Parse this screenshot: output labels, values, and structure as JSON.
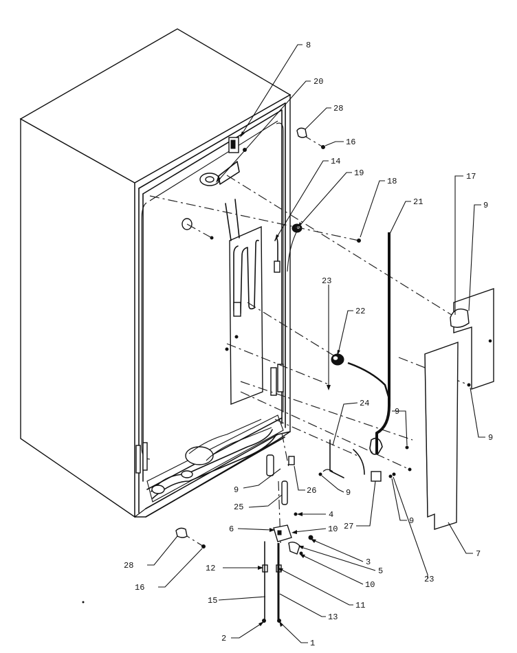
{
  "diagram": {
    "type": "exploded-parts-view",
    "callouts": [
      "1",
      "2",
      "3",
      "4",
      "5",
      "6",
      "7",
      "8",
      "9",
      "10",
      "11",
      "12",
      "13",
      "14",
      "15",
      "16",
      "17",
      "18",
      "19",
      "20",
      "21",
      "22",
      "23",
      "24",
      "25",
      "26",
      "27",
      "28"
    ]
  },
  "callouts": {
    "c8": "8",
    "c20": "20",
    "c28a": "28",
    "c16a": "16",
    "c14": "14",
    "c19": "19",
    "c18": "18",
    "c21": "21",
    "c17": "17",
    "c9a": "9",
    "c23a": "23",
    "c22": "22",
    "c24": "24",
    "c9b": "9",
    "c9c": "9",
    "c9d": "9",
    "c26": "26",
    "c25": "25",
    "c4": "4",
    "c6": "6",
    "c10a": "10",
    "c3": "3",
    "c5": "5",
    "c10b": "10",
    "c28b": "28",
    "c16b": "16",
    "c12": "12",
    "c15": "15",
    "c11": "11",
    "c13": "13",
    "c2": "2",
    "c1": "1",
    "c27": "27",
    "c9e": "9",
    "c23b": "23",
    "c7": "7",
    "c9f": "9"
  }
}
